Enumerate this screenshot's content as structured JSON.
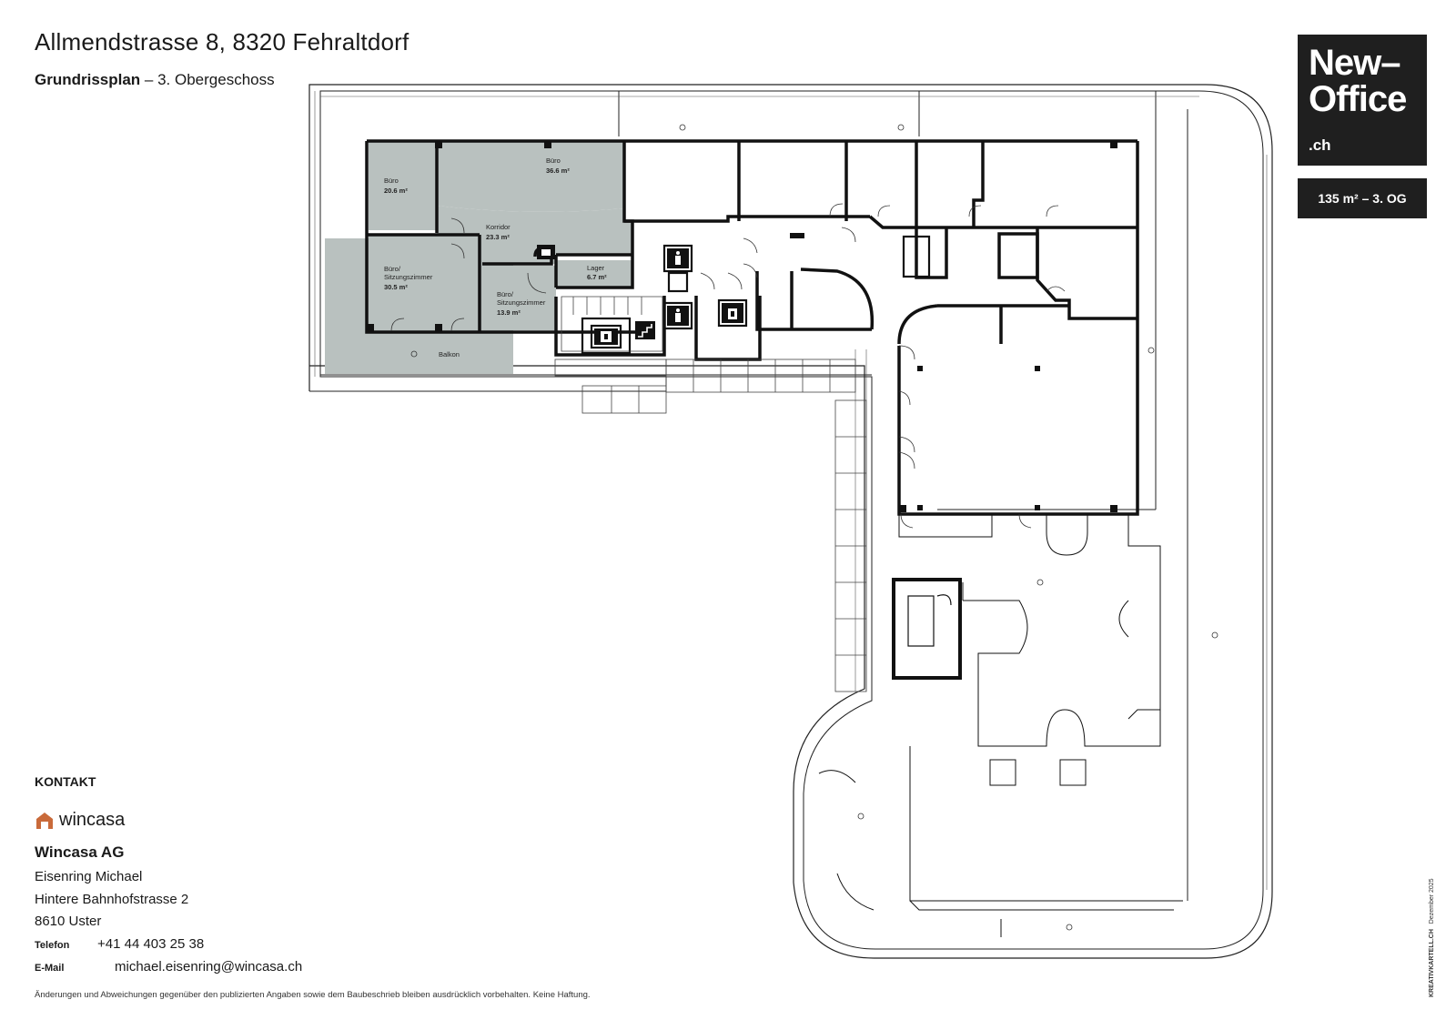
{
  "header": {
    "address": "Allmendstrasse 8, 8320 Fehraltdorf",
    "plan_label": "Grundrissplan",
    "plan_floor": "– 3. Obergeschoss"
  },
  "brand": {
    "line1": "New–",
    "line2": "Office",
    "line3": ".ch",
    "badge": "135 m² – 3. OG"
  },
  "rooms": [
    {
      "name": "Büro",
      "area": "20.6 m²"
    },
    {
      "name": "Büro",
      "area": "36.6 m²"
    },
    {
      "name": "Korridor",
      "area": "23.3 m²"
    },
    {
      "name": "Lager",
      "area": "6.7 m²"
    },
    {
      "name": "Büro/",
      "name2": "Sitzungszimmer",
      "area": "30.5 m²"
    },
    {
      "name": "Büro/",
      "name2": "Sitzungszimmer",
      "area": "13.9 m²"
    },
    {
      "name": "Balkon"
    }
  ],
  "contact": {
    "heading": "KONTAKT",
    "logo_text": "wincasa",
    "company": "Wincasa AG",
    "person": "Eisenring Michael",
    "street": "Hintere Bahnhofstrasse 2",
    "city": "8610 Uster",
    "phone_label": "Telefon",
    "phone": "+41 44 403 25 38",
    "email_label": "E-Mail",
    "email": "michael.eisenring@wincasa.ch"
  },
  "footer": {
    "disclaimer": "Änderungen und Abweichungen gegenüber den publizierten Angaben sowie dem Baubeschrieb bleiben ausdrücklich vorbehalten. Keine Haftung.",
    "credit": "KREATIVKARTELL.CH",
    "date": "Dezember 2025"
  },
  "colors": {
    "highlight": "#b9c1bf",
    "wall": "#111111",
    "brand_bg": "#1f1f1f"
  },
  "icons": [
    "elevator-icon",
    "stairs-icon",
    "wc-icon",
    "house-logo-icon"
  ]
}
